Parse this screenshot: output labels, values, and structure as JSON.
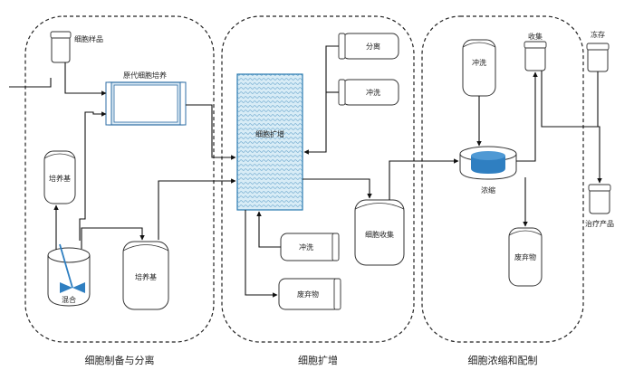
{
  "sections": {
    "prep": "细胞制备与分离",
    "expand": "细胞扩增",
    "concentrate": "细胞浓缩和配制"
  },
  "labels": {
    "cell_sample": "细胞样品",
    "primary_culture": "原代细胞培养",
    "medium_small": "培养基",
    "mix": "混合",
    "medium_large": "培养基",
    "expansion": "细胞扩增",
    "separation": "分离",
    "wash_top": "冲洗",
    "wash_bottom": "冲洗",
    "waste_bottom": "废弃物",
    "cell_collect": "细胞收集",
    "wash_right": "冲洗",
    "concentrate": "浓缩",
    "collect": "收集",
    "freeze": "冻存",
    "waste_right": "废弃物",
    "product": "治疗产品"
  },
  "colors": {
    "culture_fill": "#dbeaf5",
    "culture_stroke": "#2e6da4",
    "bioreactor_fill": "#d8ecf6",
    "bioreactor_stroke": "#2a7ab0",
    "concentrate_blue": "#2f7fc1",
    "mixer_blue": "#2f7fc1"
  }
}
